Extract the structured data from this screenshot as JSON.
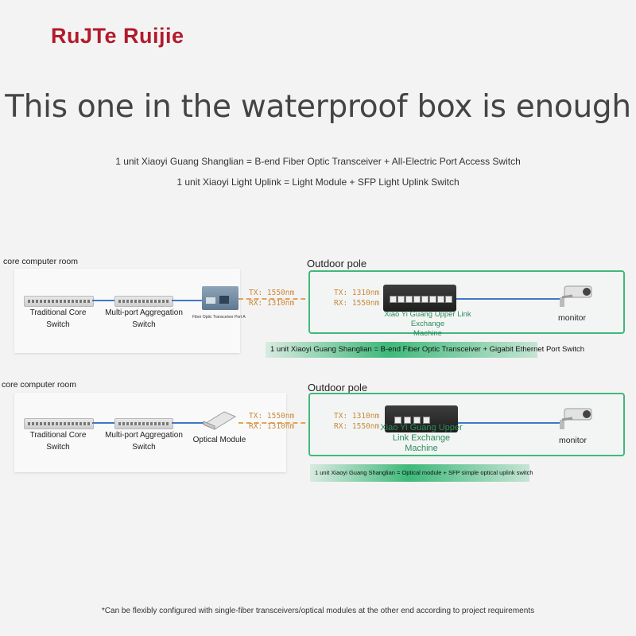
{
  "brand": "RuJTe Ruijie",
  "headline": "This one in the waterproof box is enough",
  "subtitle_1": "1 unit Xiaoyi Guang Shanglian = B-end Fiber Optic Transceiver + All-Electric Port Access Switch",
  "subtitle_2": "1 unit Xiaoyi Light Uplink = Light Module + SFP Light Uplink Switch",
  "diagram_1": {
    "room_label": "core computer room",
    "pole_label": "Outdoor pole",
    "core_switch": [
      "Traditional Core",
      "Switch"
    ],
    "agg_switch": [
      "Multi-port Aggregation",
      "Switch"
    ],
    "transceiver": "Fiber Optic Transceiver Port A",
    "left_tx": "TX: 1550nm",
    "left_rx": "RX: 1310nm",
    "right_tx": "TX: 1310nm",
    "right_rx": "RX: 1550nm",
    "device_caption_1": "Xiao Yi Guang Upper Link Exchange",
    "device_caption_2": "Machine",
    "monitor": "monitor",
    "tag": "1 unit Xiaoyi Guang Shanglian = B-end Fiber Optic Transceiver + Gigabit Ethernet Port Switch"
  },
  "diagram_2": {
    "room_label": "core computer room",
    "pole_label": "Outdoor pole",
    "core_switch": [
      "Traditional Core",
      "Switch"
    ],
    "agg_switch": [
      "Multi-port Aggregation",
      "Switch"
    ],
    "module": "Optical Module",
    "left_tx": "TX: 1550nm",
    "left_rx": "RX: 1310nm",
    "right_tx": "TX: 1310nm",
    "right_rx": "RX: 1550nm",
    "device_caption_1": "Xiao Yi Guang Upper",
    "device_caption_2": "Link Exchange",
    "device_caption_3": "Machine",
    "monitor": "monitor",
    "tag": "1 unit Xiaoyi Guang Shanglian = Optical module + SFP simple optical uplink switch"
  },
  "footer": "*Can be flexibly configured with single-fiber transceivers/optical modules at the other end according to project requirements",
  "colors": {
    "brand": "#b21a2c",
    "accent_green": "#3fb97a",
    "fiber_orange": "#e3a25a",
    "ethernet_blue": "#3f78c8"
  }
}
